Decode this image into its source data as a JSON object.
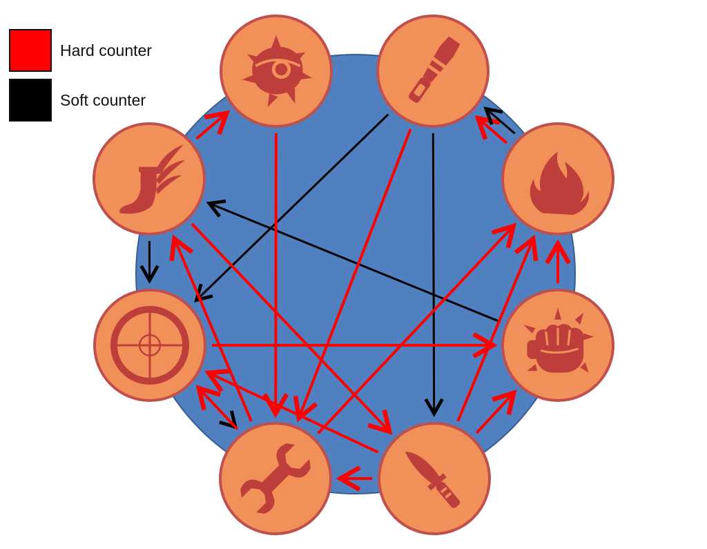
{
  "legend": {
    "hard": {
      "label": "Hard counter",
      "color": "#ff0000"
    },
    "soft": {
      "label": "Soft counter",
      "color": "#000000"
    }
  },
  "colors": {
    "background_circle": "#5080bf",
    "background_circle_stroke": "#355d91",
    "node_fill": "#f2905a",
    "node_ring": "#c0504d",
    "icon": "#bd3e3b"
  },
  "nodes": [
    {
      "id": "demoman",
      "icon": "grenade-icon"
    },
    {
      "id": "soldier",
      "icon": "rocket-icon"
    },
    {
      "id": "pyro",
      "icon": "flame-icon"
    },
    {
      "id": "heavy",
      "icon": "fist-icon"
    },
    {
      "id": "spy",
      "icon": "knife-icon"
    },
    {
      "id": "engineer",
      "icon": "wrench-icon"
    },
    {
      "id": "sniper",
      "icon": "crosshair-icon"
    },
    {
      "id": "scout",
      "icon": "winged-boot-icon"
    }
  ],
  "counters": [
    {
      "from": "scout",
      "to": "demoman",
      "type": "hard"
    },
    {
      "from": "pyro",
      "to": "soldier",
      "type": "hard"
    },
    {
      "from": "pyro",
      "to": "soldier",
      "type": "soft"
    },
    {
      "from": "heavy",
      "to": "pyro",
      "type": "hard"
    },
    {
      "from": "spy",
      "to": "heavy",
      "type": "hard"
    },
    {
      "from": "spy",
      "to": "engineer",
      "type": "hard"
    },
    {
      "from": "sniper",
      "to": "engineer",
      "type": "soft"
    },
    {
      "from": "scout",
      "to": "sniper",
      "type": "soft"
    },
    {
      "from": "soldier",
      "to": "sniper",
      "type": "soft"
    },
    {
      "from": "heavy",
      "to": "scout",
      "type": "soft"
    },
    {
      "from": "soldier",
      "to": "spy",
      "type": "soft"
    },
    {
      "from": "demoman",
      "to": "engineer",
      "type": "hard"
    },
    {
      "from": "soldier",
      "to": "engineer",
      "type": "hard"
    },
    {
      "from": "scout",
      "to": "spy",
      "type": "hard"
    },
    {
      "from": "engineer",
      "to": "scout",
      "type": "hard"
    },
    {
      "from": "engineer",
      "to": "pyro",
      "type": "hard"
    },
    {
      "from": "sniper",
      "to": "heavy",
      "type": "hard"
    },
    {
      "from": "spy",
      "to": "sniper",
      "type": "hard"
    },
    {
      "from": "engineer",
      "to": "sniper",
      "type": "hard"
    },
    {
      "from": "spy",
      "to": "pyro",
      "type": "hard"
    }
  ]
}
